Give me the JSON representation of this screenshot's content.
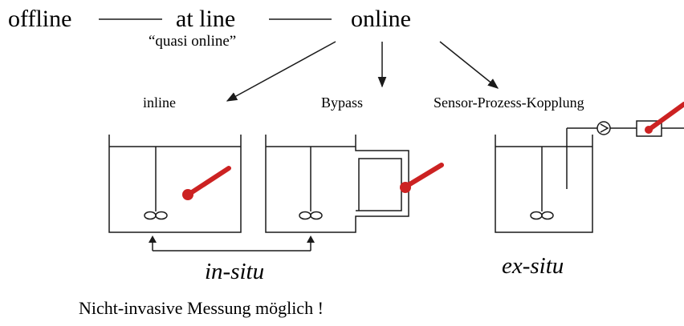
{
  "header": {
    "offline": "offline",
    "at_line": "at line",
    "quasi_online": "“quasi online”",
    "online": "online"
  },
  "methods": {
    "inline": "inline",
    "bypass": "Bypass",
    "sensor_coupling": "Sensor-Prozess-Kopplung"
  },
  "categories": {
    "in_situ": "in-situ",
    "ex_situ": "ex-situ"
  },
  "note": "Nicht-invasive Messung möglich !",
  "colors": {
    "sensor": "#cc2222",
    "line": "#1a1a1a"
  }
}
